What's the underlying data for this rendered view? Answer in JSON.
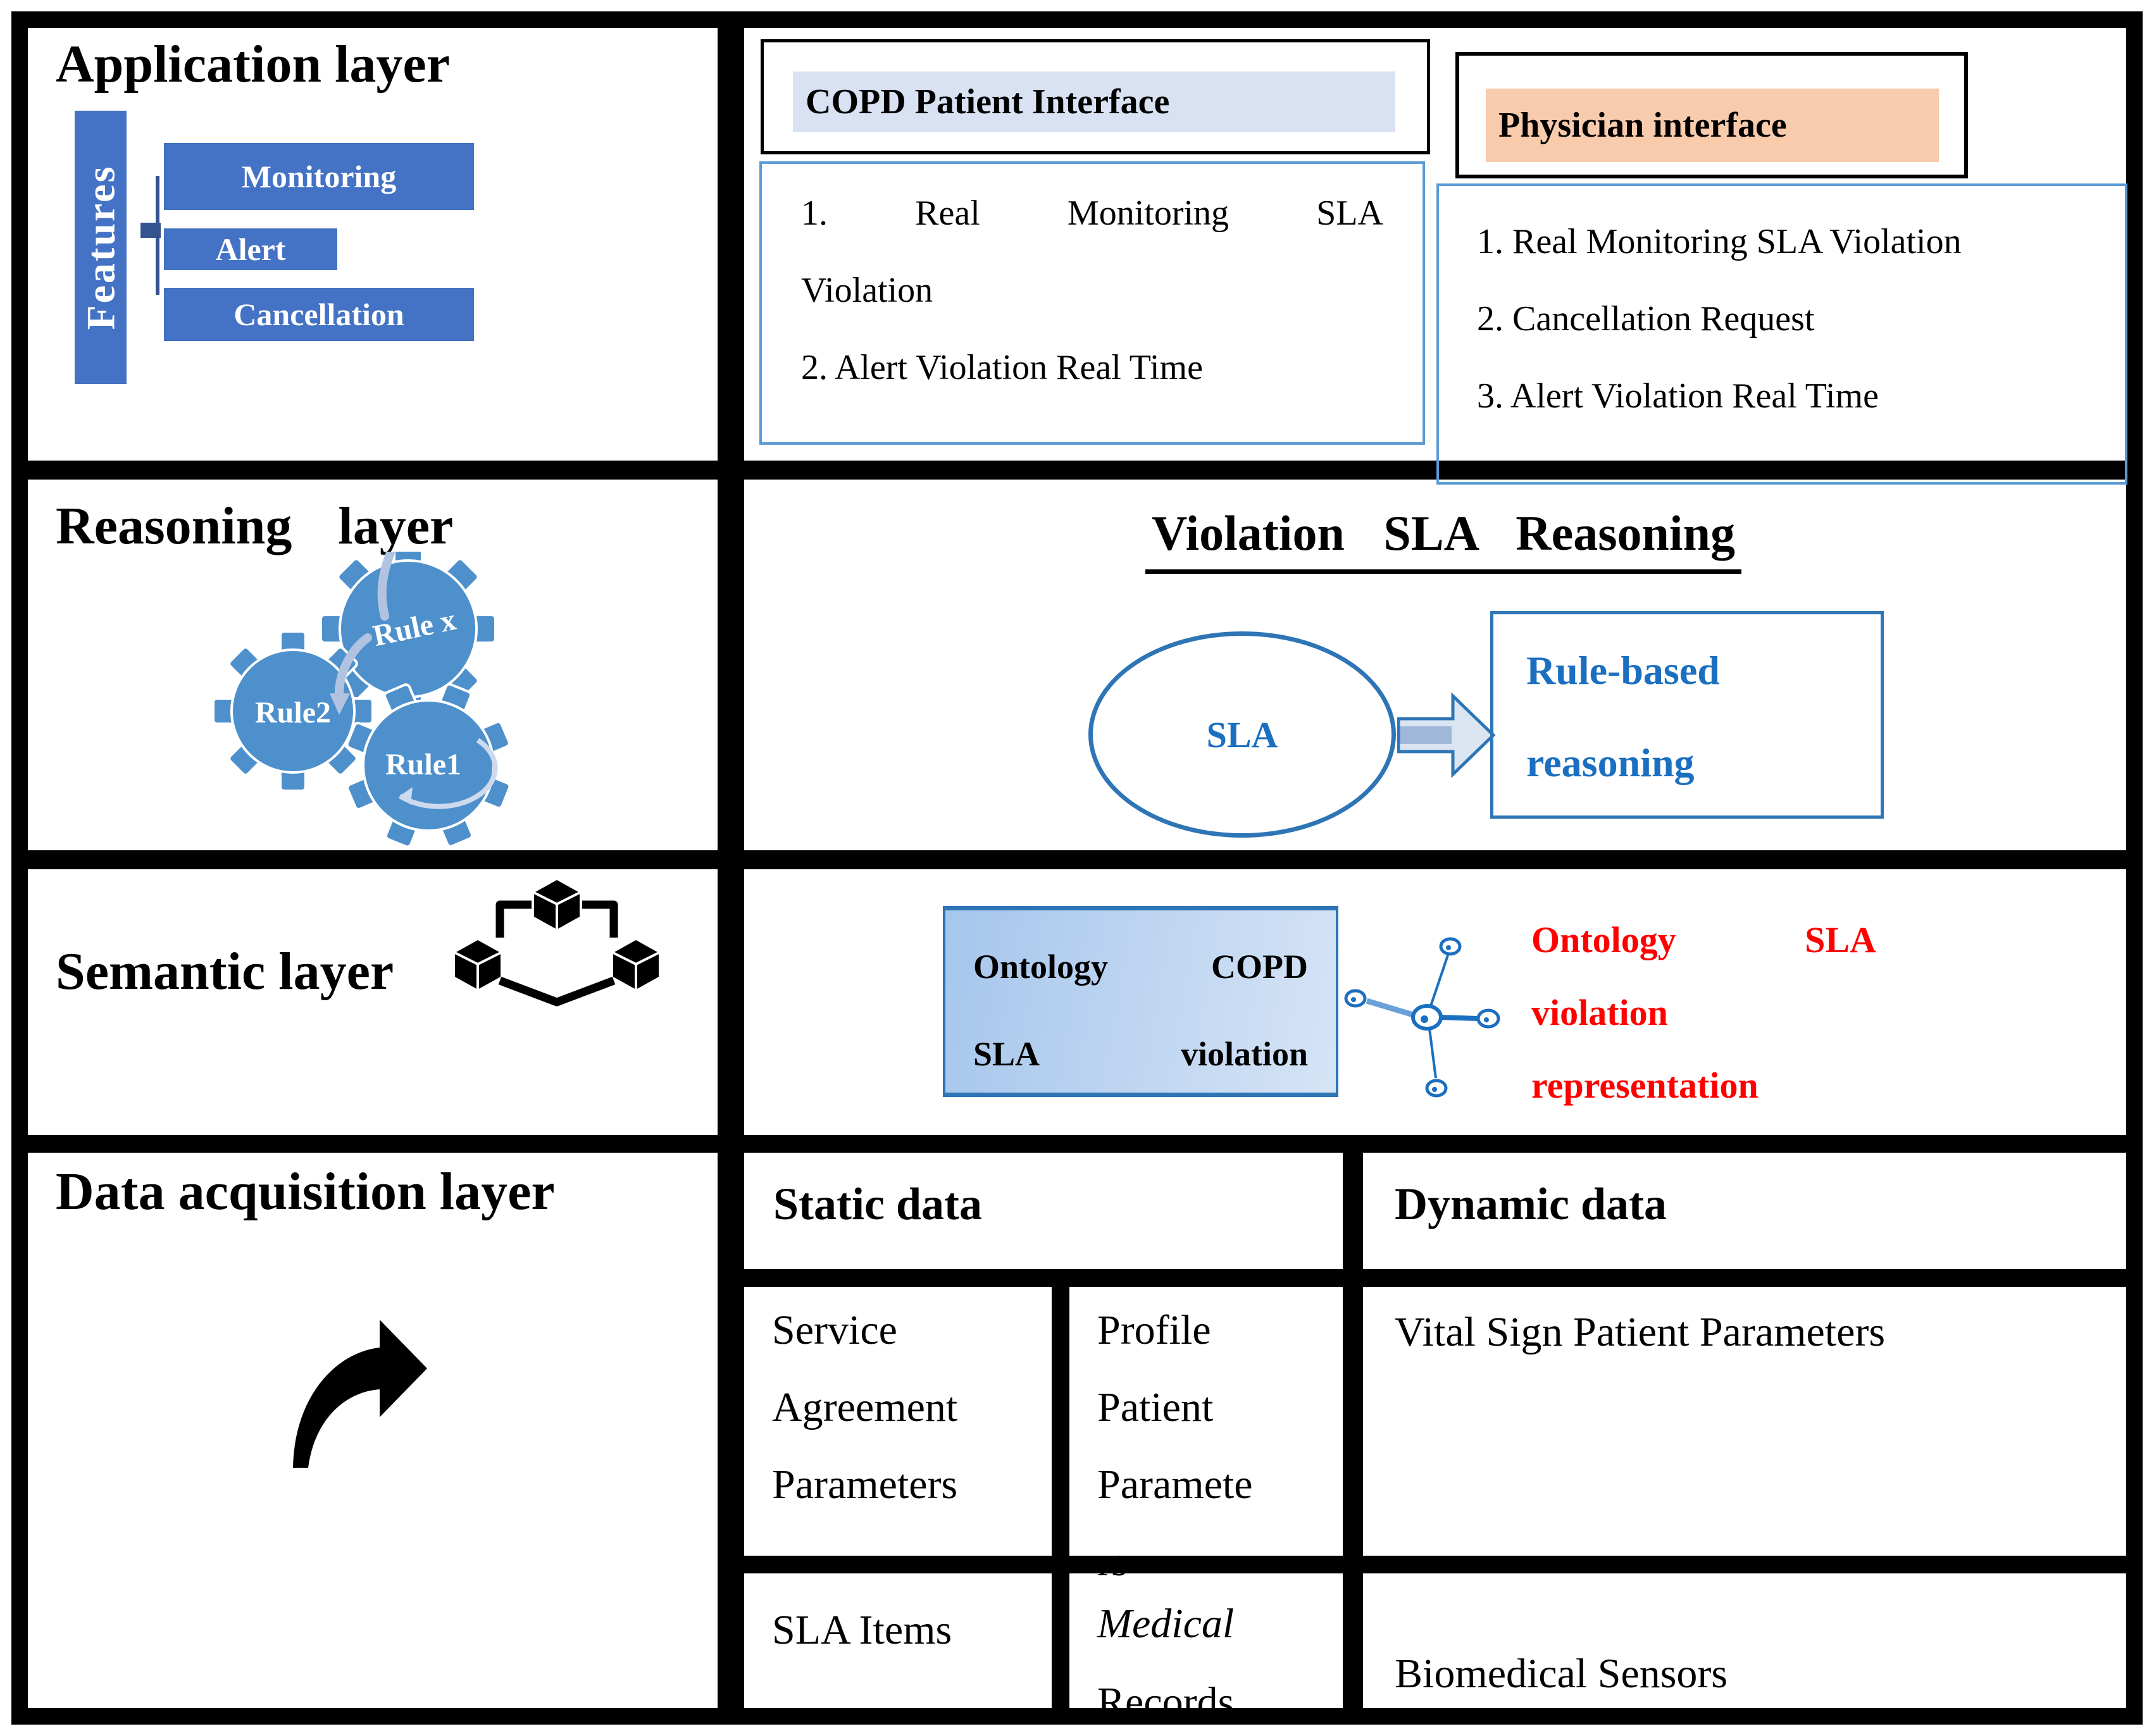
{
  "colors": {
    "accent_blue": "#4472c4",
    "gear_blue": "#4e90cc",
    "border_blue": "#2e75b6",
    "light_border_blue": "#5b9bd5",
    "copd_highlight": "#d9e2f3",
    "physician_highlight": "#f8cbad",
    "blue_text": "#1b6fc0",
    "red_text": "#ff0000",
    "ontology_gradient_start": "#a6c6ec",
    "ontology_gradient_end": "#d6e4f6"
  },
  "app_layer": {
    "title": "Application layer",
    "features_label": "Features",
    "feature_boxes": [
      "Monitoring",
      "Alert",
      "Cancellation"
    ],
    "copd": {
      "header": "COPD Patient Interface",
      "line1_justified": "1. Real Monitoring SLA",
      "line2": "Violation",
      "line3": "2. Alert Violation Real Time"
    },
    "physician": {
      "header": "Physician interface",
      "items": [
        "1. Real Monitoring SLA Violation",
        "2. Cancellation Request",
        "3. Alert Violation Real Time"
      ]
    }
  },
  "reasoning_layer": {
    "title": "Reasoning layer",
    "gear_labels": [
      "Rule x",
      "Rule2",
      "Rule1"
    ],
    "diagram_title": "Violation SLA Reasoning",
    "ellipse_label": "SLA",
    "rule_box_line1": "Rule-based",
    "rule_box_line2": "reasoning"
  },
  "semantic_layer": {
    "title": "Semantic layer",
    "ontology_box_line1_justified": "Ontology COPD",
    "ontology_box_line2_justified": "SLA violation",
    "annotation_line1_justified": "Ontology SLA",
    "annotation_line2": "violation",
    "annotation_line3": "representation"
  },
  "data_layer": {
    "title": "Data acquisition layer",
    "table": {
      "static_header": "Static data",
      "dynamic_header": "Dynamic data",
      "cell_service": "Service\nAgreement\nParameters",
      "cell_profile": "Profile\nPatient\nParamete\nrs",
      "cell_vital": "Vital Sign Patient Parameters",
      "cell_sla_items": "SLA Items",
      "cell_medical_italic": "Medical",
      "cell_medical_rest": "Records",
      "cell_biomedical": "Biomedical Sensors"
    }
  }
}
